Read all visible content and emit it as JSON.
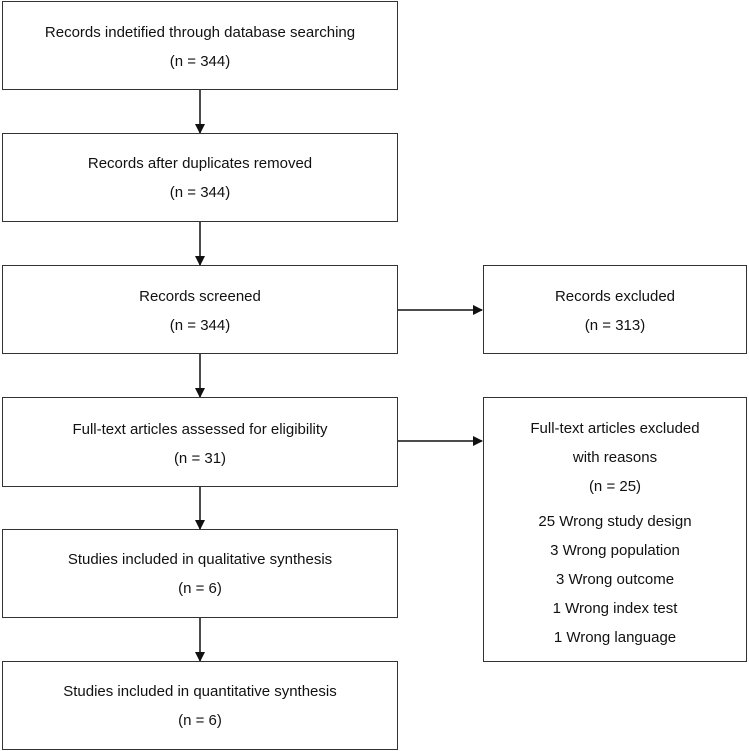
{
  "flow": {
    "identified": {
      "title": "Records indetified through database searching",
      "count": "(n = 344)"
    },
    "duplicates_removed": {
      "title": "Records after duplicates removed",
      "count": "(n = 344)"
    },
    "screened": {
      "title": "Records screened",
      "count": "(n = 344)"
    },
    "excluded": {
      "title": "Records excluded",
      "count": "(n = 313)"
    },
    "fulltext": {
      "title": "Full-text articles assessed for eligibility",
      "count": "(n = 31)"
    },
    "fulltext_excluded": {
      "title_line1": "Full-text articles excluded",
      "title_line2": "with reasons",
      "count": "(n = 25)",
      "reasons": [
        "25 Wrong study design",
        "3 Wrong population",
        "3 Wrong outcome",
        "1 Wrong index test",
        "1 Wrong language"
      ]
    },
    "qualitative": {
      "title": "Studies included in qualitative synthesis",
      "count": "(n = 6)"
    },
    "quantitative": {
      "title": "Studies included in quantitative synthesis",
      "count": "(n = 6)"
    }
  }
}
